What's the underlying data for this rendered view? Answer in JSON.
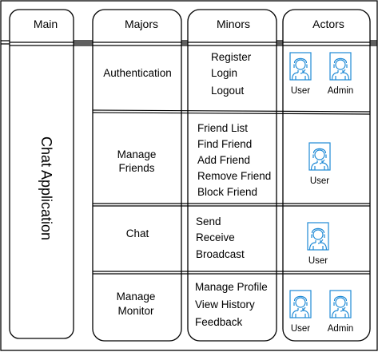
{
  "columns": {
    "main": "Main",
    "majors": "Majors",
    "minors": "Minors",
    "actors": "Actors"
  },
  "main_title": "Chat Application",
  "rows": [
    {
      "major": [
        "Authentication"
      ],
      "minors": [
        "Register",
        "Login",
        "Logout"
      ],
      "actors": [
        "User",
        "Admin"
      ]
    },
    {
      "major": [
        "Manage",
        "Friends"
      ],
      "minors": [
        "Friend List",
        "Find Friend",
        "Add Friend",
        "Remove Friend",
        "Block Friend"
      ],
      "actors": [
        "User"
      ]
    },
    {
      "major": [
        "Chat"
      ],
      "minors": [
        "Send",
        "Receive",
        "Broadcast"
      ],
      "actors": [
        "User"
      ]
    },
    {
      "major": [
        "Manage",
        "Monitor"
      ],
      "minors": [
        "Manage Profile",
        "View History",
        "Feedback"
      ],
      "actors": [
        "User",
        "Admin"
      ]
    }
  ],
  "icon": "person-icon",
  "colors": {
    "icon": "#1f8ad6",
    "line": "#000000",
    "background": "#ffffff"
  }
}
